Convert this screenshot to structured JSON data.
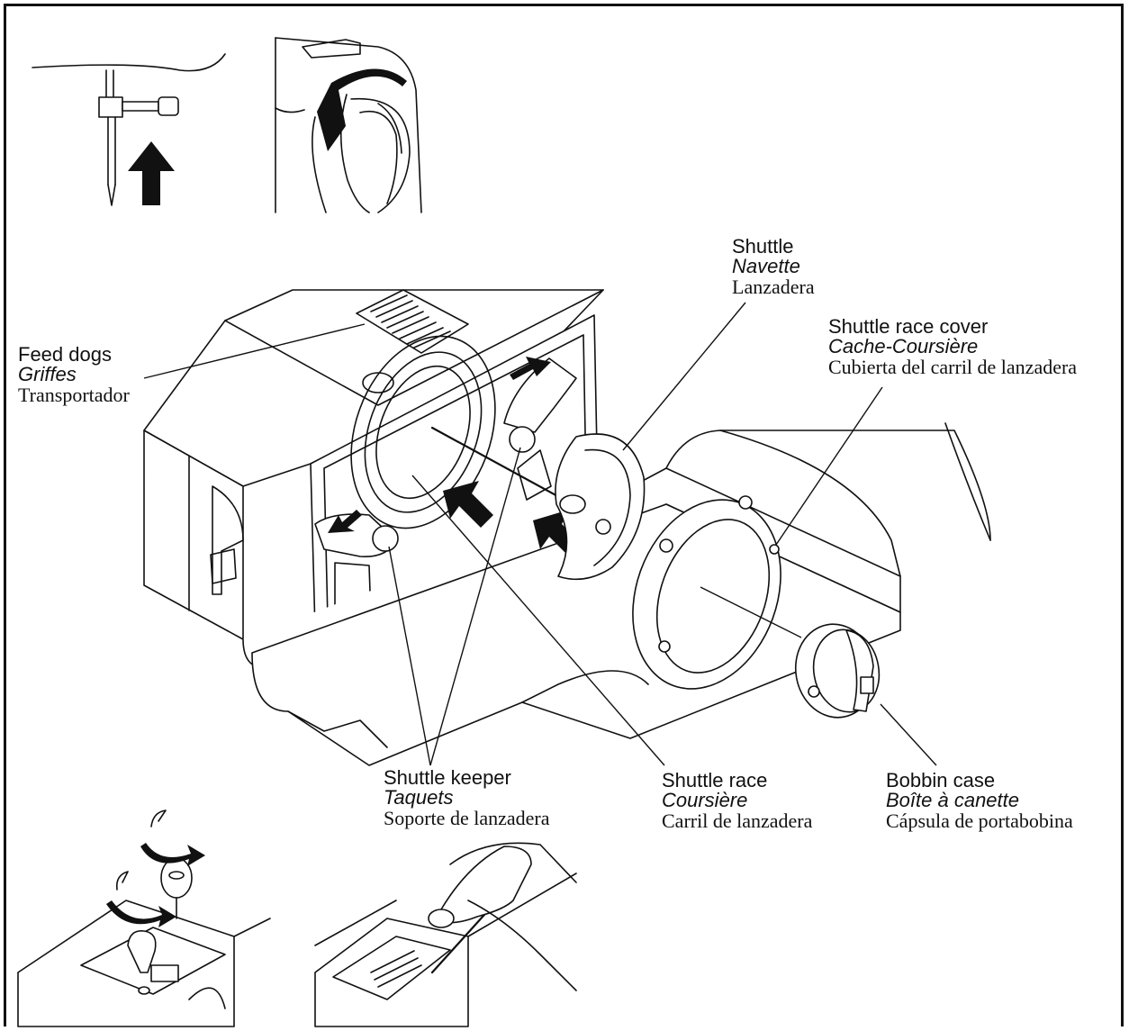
{
  "labels": {
    "shuttle": {
      "en": "Shuttle",
      "fr": "Navette",
      "es": "Lanzadera"
    },
    "feed_dogs": {
      "en": "Feed dogs",
      "fr": "Griffes",
      "es": "Transportador"
    },
    "shuttle_race_cover": {
      "en": "Shuttle race cover",
      "fr": "Cache-Coursière",
      "es": "Cubierta del carril de lanzadera"
    },
    "shuttle_keeper": {
      "en": "Shuttle keeper",
      "fr": "Taquets",
      "es": "Soporte de lanzadera"
    },
    "shuttle_race": {
      "en": "Shuttle race",
      "fr": "Coursière",
      "es": "Carril de lanzadera"
    },
    "bobbin_case": {
      "en": "Bobbin case",
      "fr": "Boîte à canette",
      "es": "Cápsula de portabobina"
    }
  },
  "icons": [
    "up-arrow-icon",
    "rotate-arrow-icon",
    "push-arrow-icon",
    "curved-turn-arrow-icon"
  ],
  "colors": {
    "ink": "#111111",
    "background": "#ffffff"
  }
}
